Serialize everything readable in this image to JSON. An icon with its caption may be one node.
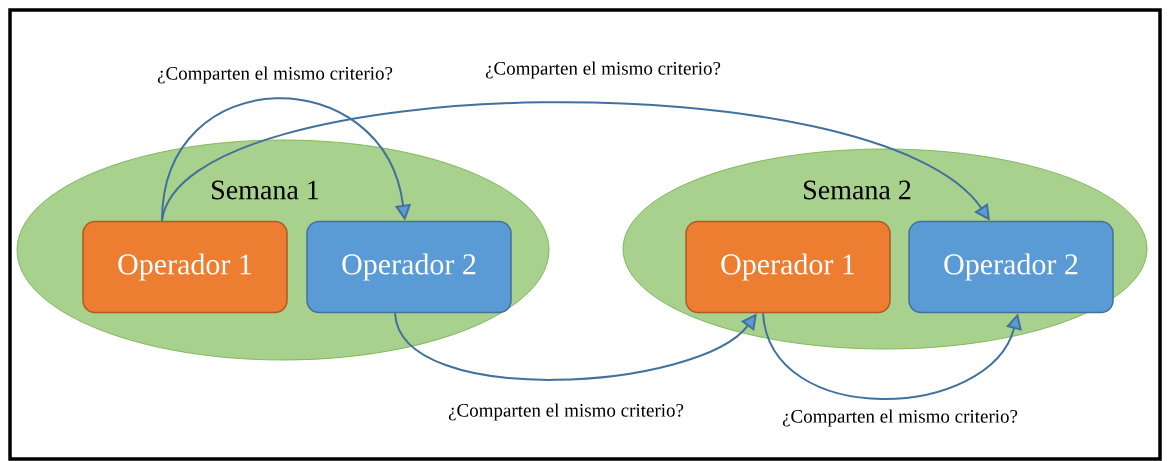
{
  "diagram": {
    "nodes": [
      {
        "text": [
          "Semana 1"
        ]
      },
      {
        "text": [
          "Operador 1"
        ],
        "in": 0
      },
      {
        "text": [
          "Operador 2"
        ],
        "in": 0
      },
      {
        "text": [
          "Semana 2"
        ]
      },
      {
        "text": [
          "Operador 1"
        ],
        "in": 3
      },
      {
        "text": [
          "Operador 2"
        ],
        "in": 3
      }
    ],
    "edges": [
      {
        "from": 1,
        "to": 2,
        "arrow": "to",
        "label": "¿Comparten el mismo criterio?"
      },
      {
        "from": 1,
        "to": 5,
        "arrow": "to",
        "label": "¿Comparten el mismo criterio?"
      },
      {
        "from": 2,
        "to": 4,
        "arrow": "to",
        "label": "¿Comparten el mismo criterio?"
      },
      {
        "from": 4,
        "to": 5,
        "arrow": "to",
        "label": "¿Comparten el mismo criterio?"
      }
    ]
  }
}
